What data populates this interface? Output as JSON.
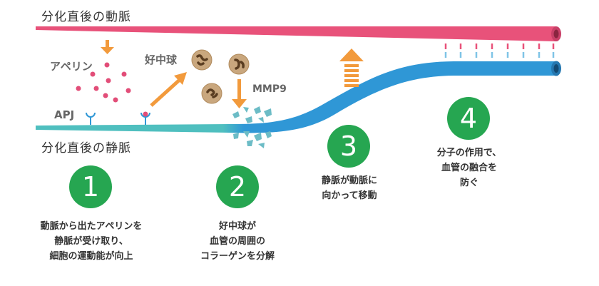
{
  "labels": {
    "artery": "分化直後の動脈",
    "vein": "分化直後の静脈",
    "apelin": "アペリン",
    "apj": "APJ",
    "neutrophil": "好中球",
    "mmp9": "MMP9"
  },
  "steps": [
    {
      "number": "1",
      "lines": [
        "動脈から出たアペリンを",
        "静脈が受け取り、",
        "細胞の運動能が向上"
      ]
    },
    {
      "number": "2",
      "lines": [
        "好中球が",
        "血管の周囲の",
        "コラーゲンを分解"
      ]
    },
    {
      "number": "3",
      "lines": [
        "静脈が動脈に",
        "向かって移動"
      ]
    },
    {
      "number": "4",
      "lines": [
        "分子の作用で、",
        "血管の融合を",
        "防ぐ"
      ]
    }
  ],
  "colors": {
    "artery": "#e8527a",
    "vein_teal": "#4fbfbf",
    "vein_blue": "#2f97d6",
    "apelin_dot": "#e24d78",
    "arrow": "#f29a3c",
    "step_circle": "#26a651",
    "neutrophil_fill": "#c9a77e",
    "collagen": "#6cbcc6"
  }
}
